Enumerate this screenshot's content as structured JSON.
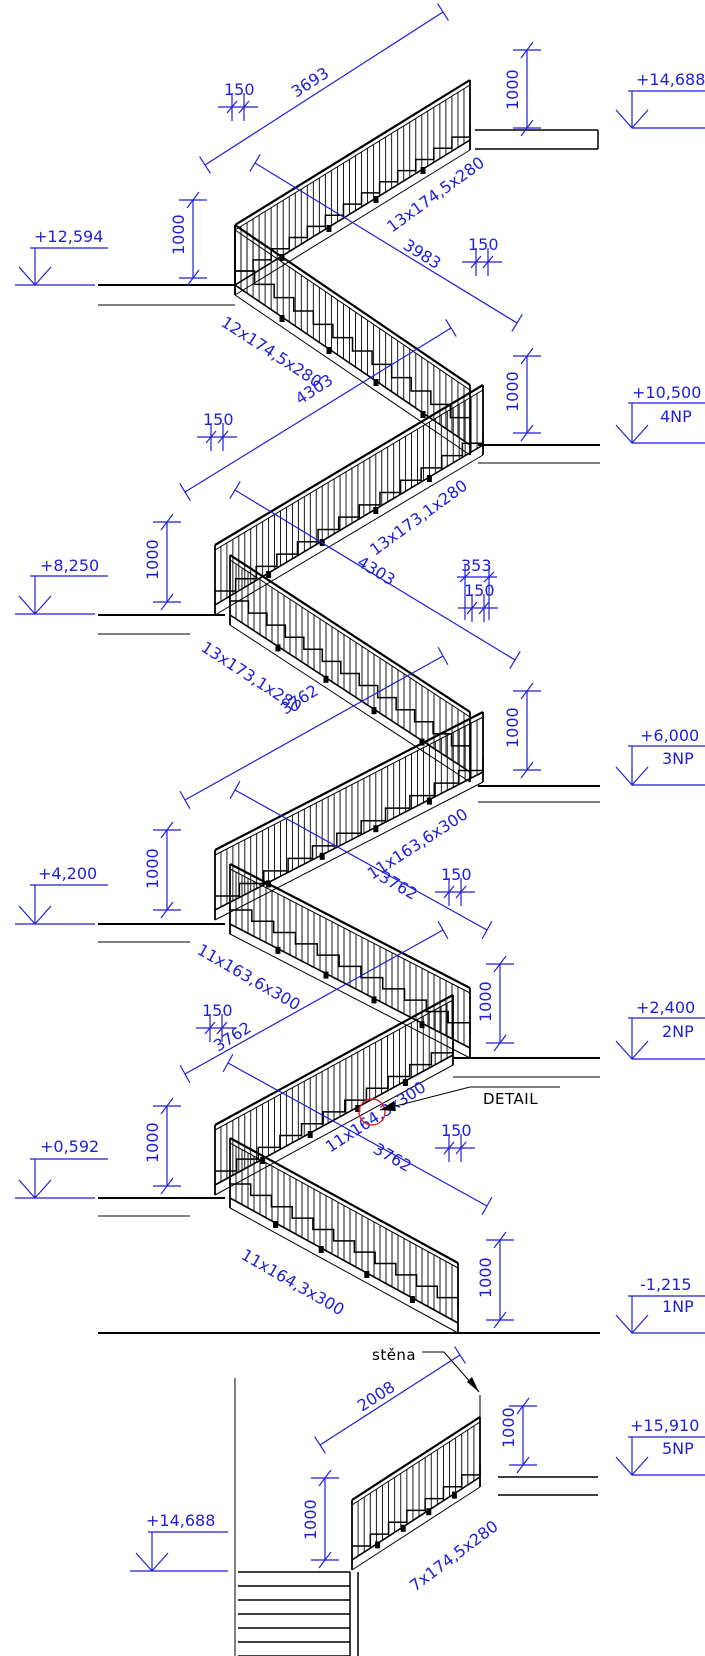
{
  "levels": [
    {
      "value": "+14,688"
    },
    {
      "value": "+12,594"
    },
    {
      "value": "+10,500",
      "floor": "4NP"
    },
    {
      "value": "+8,250"
    },
    {
      "value": "+6,000",
      "floor": "3NP"
    },
    {
      "value": "+4,200"
    },
    {
      "value": "+2,400",
      "floor": "2NP"
    },
    {
      "value": "+0,592"
    },
    {
      "value": "-1,215",
      "floor": "1NP"
    },
    {
      "value": "+15,910",
      "floor": "5NP"
    },
    {
      "value": "+14,688"
    }
  ],
  "flights": [
    {
      "steps": "13x174,5x280",
      "length": "3693"
    },
    {
      "steps": "12x174,5x280",
      "length": "3983"
    },
    {
      "steps": "13x173,1x280",
      "length": "4303"
    },
    {
      "steps": "13x173,1x280",
      "length": "4303"
    },
    {
      "steps": "11x163,6x300",
      "length": "3762"
    },
    {
      "steps": "11x163,6x300",
      "length": "3762"
    },
    {
      "steps": "11x164,3x300",
      "length": "3762"
    },
    {
      "steps": "11x164,3x300",
      "length": "3762"
    },
    {
      "steps": "7x174,5x280",
      "length": "2008"
    }
  ],
  "dims": {
    "railing_height": "1000",
    "offset": "150",
    "offset_353": "353"
  },
  "labels": {
    "detail": "DETAIL",
    "wall": "stěna"
  },
  "colors": {
    "dimension": "#1f1fd6",
    "linework": "#000000",
    "detail_marker": "#e02020"
  }
}
